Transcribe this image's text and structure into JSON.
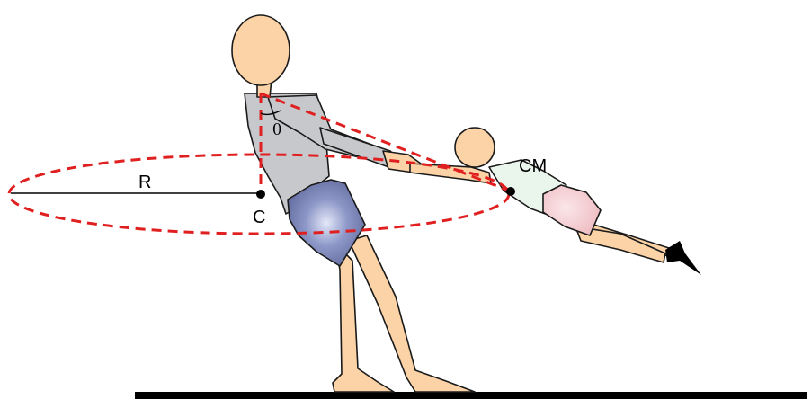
{
  "labels": {
    "radius": "R",
    "center": "C",
    "angle": "θ",
    "center_of_mass": "CM"
  },
  "colors": {
    "skin": "#FBD3A6",
    "adult_shirt": "#C6C8CB",
    "adult_shorts": "#7B86B8",
    "child_shirt": "#EAF5EC",
    "child_shorts": "#F6D3D6",
    "dashed_guides": "#E02020",
    "ground": "#000000",
    "outline": "#1A1A1A"
  }
}
